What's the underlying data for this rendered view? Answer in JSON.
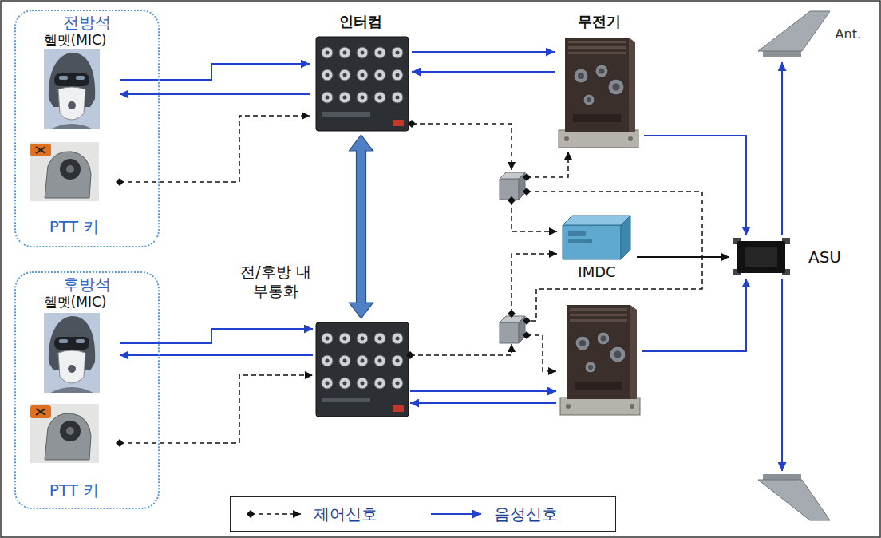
{
  "diagram": {
    "nodes": [
      {
        "text": [
          "전방석"
        ]
      },
      {
        "text": [
          "헬멧(MIC)"
        ],
        "in": 0
      },
      {
        "text": [
          "PTT 키"
        ],
        "in": 0
      },
      {
        "text": [
          "후방석"
        ]
      },
      {
        "text": [
          "헬멧(MIC)"
        ],
        "in": 3
      },
      {
        "text": [
          "PTT 키"
        ],
        "in": 3
      },
      {
        "text": [
          "인터컴"
        ]
      },
      {
        "text": []
      },
      {
        "text": [
          "무전기"
        ]
      },
      {
        "text": []
      },
      {
        "text": []
      },
      {
        "text": []
      },
      {
        "text": [
          "IMDC"
        ]
      },
      {
        "text": [
          "ASU"
        ]
      },
      {
        "text": [
          "Ant."
        ]
      },
      {
        "text": []
      }
    ],
    "edges": [
      {
        "from": 1,
        "to": 6,
        "arrow": "to"
      },
      {
        "from": 6,
        "to": 1,
        "arrow": "to"
      },
      {
        "from": 2,
        "to": 6,
        "arrow": "to"
      },
      {
        "from": 6,
        "to": 7,
        "arrow": "both",
        "label": "전/후방 내부통화"
      },
      {
        "from": 4,
        "to": 7,
        "arrow": "to"
      },
      {
        "from": 7,
        "to": 4,
        "arrow": "to"
      },
      {
        "from": 5,
        "to": 7,
        "arrow": "to"
      },
      {
        "from": 6,
        "to": 8,
        "arrow": "to"
      },
      {
        "from": 8,
        "to": 6,
        "arrow": "to"
      },
      {
        "from": 6,
        "to": 10,
        "arrow": "to"
      },
      {
        "from": 10,
        "to": 8,
        "arrow": "to"
      },
      {
        "from": 10,
        "to": 12,
        "arrow": "to"
      },
      {
        "from": 10,
        "to": 11,
        "arrow": "none"
      },
      {
        "from": 7,
        "to": 9,
        "arrow": "to"
      },
      {
        "from": 9,
        "to": 7,
        "arrow": "to"
      },
      {
        "from": 7,
        "to": 11,
        "arrow": "to"
      },
      {
        "from": 11,
        "to": 9,
        "arrow": "to"
      },
      {
        "from": 11,
        "to": 12,
        "arrow": "to"
      },
      {
        "from": 12,
        "to": 13,
        "arrow": "to"
      },
      {
        "from": 8,
        "to": 13,
        "arrow": "to"
      },
      {
        "from": 9,
        "to": 13,
        "arrow": "to"
      },
      {
        "from": 13,
        "to": 14,
        "arrow": "to"
      },
      {
        "from": 13,
        "to": 15,
        "arrow": "to"
      }
    ],
    "legend": [
      {
        "text": "제어신호"
      },
      {
        "text": "음성신호"
      }
    ]
  }
}
